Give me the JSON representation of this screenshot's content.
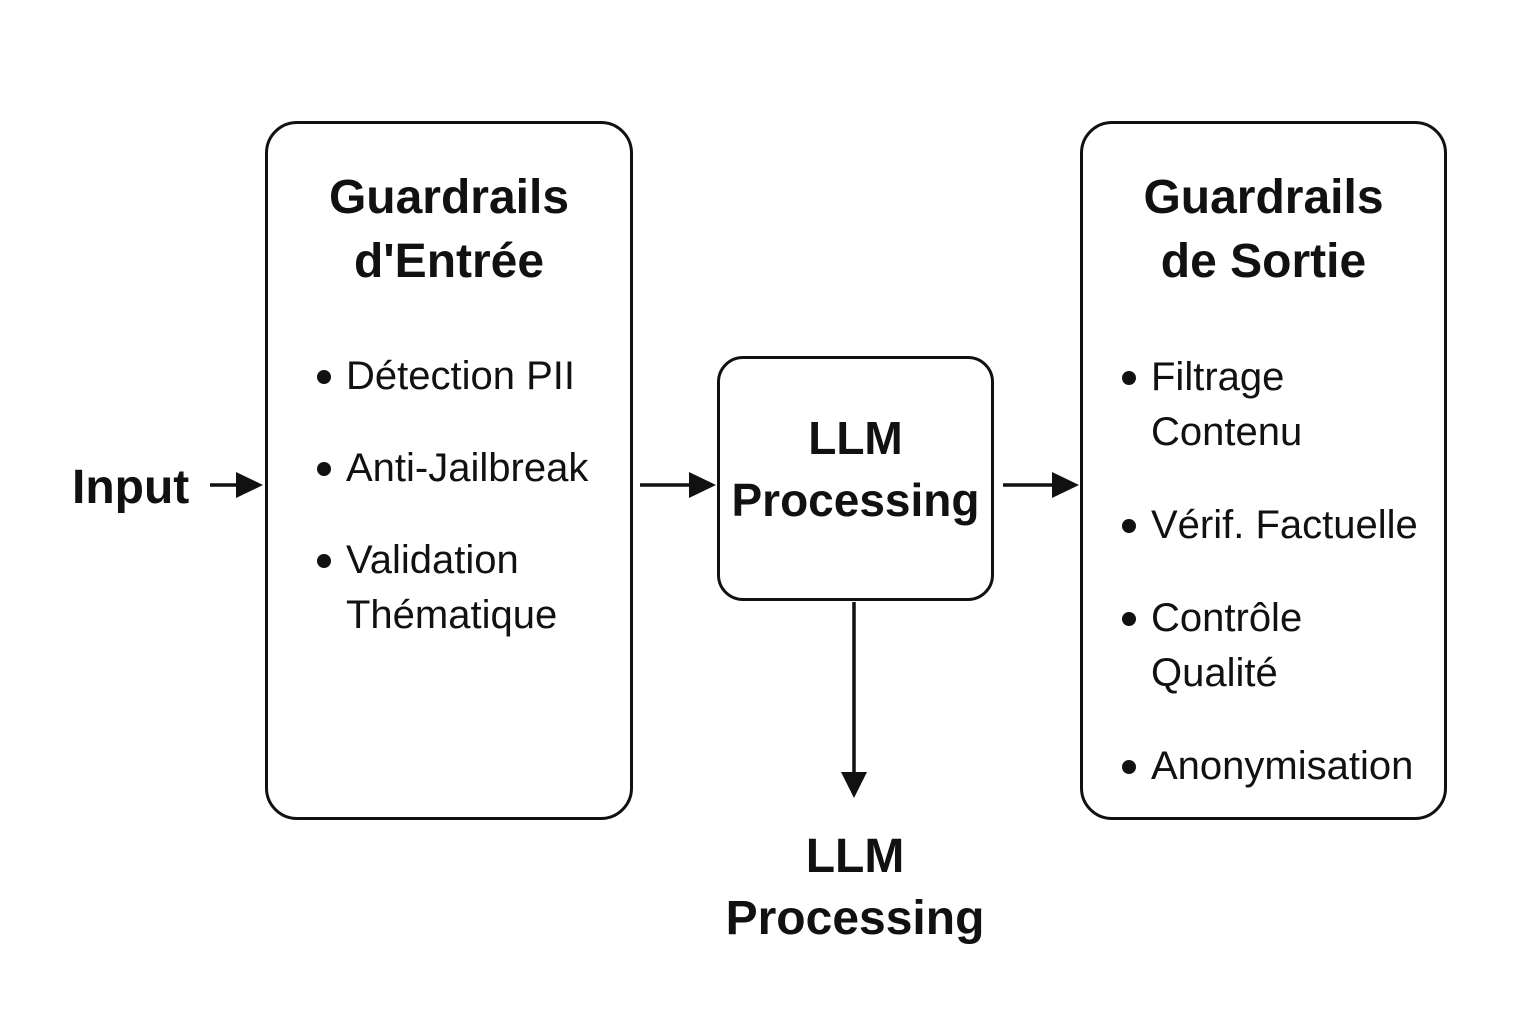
{
  "input_label": "Input",
  "input_guardrails": {
    "title": "Guardrails\nd'Entrée",
    "items": [
      "Détection PII",
      "Anti-Jailbreak",
      "Validation\nThématique"
    ]
  },
  "llm_box": {
    "title": "LLM\nProcessing"
  },
  "llm_output_label": "LLM\nProcessing",
  "output_guardrails": {
    "title": "Guardrails\nde Sortie",
    "items": [
      "Filtrage\nContenu",
      "Vérif. Factuelle",
      "Contrôle\nQualité",
      "Anonymisation"
    ]
  },
  "colors": {
    "stroke": "#111111",
    "background": "#ffffff"
  }
}
